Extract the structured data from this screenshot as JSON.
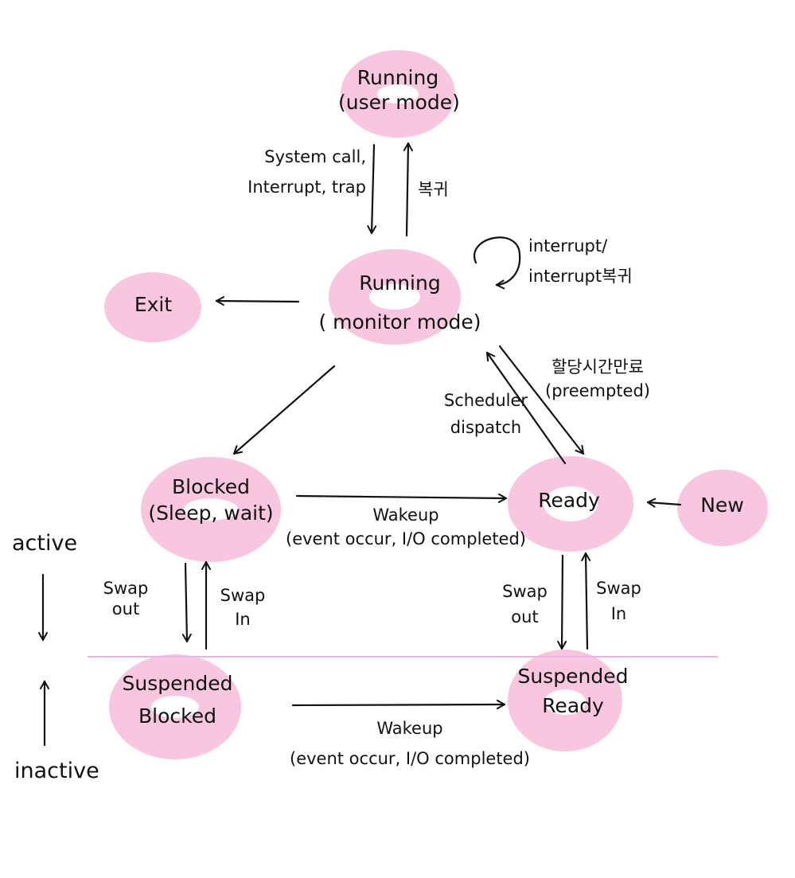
{
  "colors": {
    "node": "#f8c6df",
    "node_hole": "#ffffff",
    "ink": "#111111",
    "divider": "#e5b3e8"
  },
  "states": {
    "running_user": {
      "line1": "Running",
      "line2": "(user mode)"
    },
    "running_monitor": {
      "line1": "Running",
      "line2": "( monitor mode)"
    },
    "exit": {
      "label": "Exit"
    },
    "blocked": {
      "line1": "Blocked",
      "line2": "(Sleep, wait)"
    },
    "ready": {
      "label": "Ready"
    },
    "new": {
      "label": "New"
    },
    "suspended_blocked": {
      "line1": "Suspended",
      "line2": "Blocked"
    },
    "suspended_ready": {
      "line1": "Suspended",
      "line2": "Ready"
    }
  },
  "edges": {
    "system_call": {
      "line1": "System call,",
      "line2": "Interrupt, trap"
    },
    "return": {
      "label": "복귀"
    },
    "interrupt_loop": {
      "line1": "interrupt/",
      "line2": "interrupt복귀"
    },
    "preempted": {
      "line1": "할당시간만료",
      "line2": "(preempted)"
    },
    "dispatch": {
      "line1": "Scheduler",
      "line2": "dispatch"
    },
    "wakeup_active": {
      "line1": "Wakeup",
      "line2": "(event occur, I/O completed)"
    },
    "wakeup_inactive": {
      "line1": "Wakeup",
      "line2": "(event occur, I/O completed)"
    },
    "swap_out_left": {
      "line1": "Swap",
      "line2": "out"
    },
    "swap_in_left": {
      "line1": "Swap",
      "line2": "In"
    },
    "swap_out_right": {
      "line1": "Swap",
      "line2": "out"
    },
    "swap_in_right": {
      "line1": "Swap",
      "line2": "In"
    }
  },
  "regions": {
    "active": "active",
    "inactive": "inactive"
  }
}
